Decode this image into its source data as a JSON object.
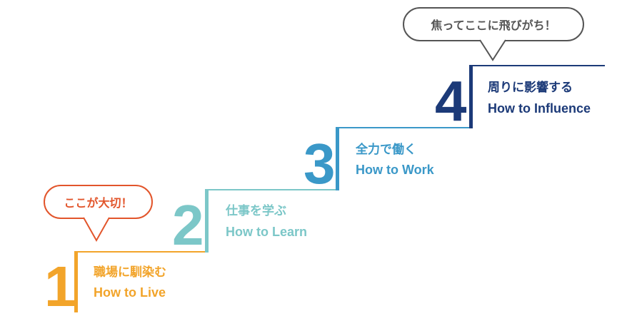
{
  "colors": {
    "step1": "#F2A42A",
    "step2": "#7CC7C8",
    "step3": "#3A98C8",
    "step4": "#1C3A78",
    "bubble_important": "#E2552B",
    "bubble_tempt": "#555555"
  },
  "steps": [
    {
      "number": "1",
      "title": "職場に馴染む",
      "subtitle": "How to Live"
    },
    {
      "number": "2",
      "title": "仕事を学ぶ",
      "subtitle": "How to Learn"
    },
    {
      "number": "3",
      "title": "全力で働く",
      "subtitle": "How to Work"
    },
    {
      "number": "4",
      "title": "周りに影響する",
      "subtitle": "How to Influence"
    }
  ],
  "bubbles": {
    "important": "ここが大切！",
    "tempt": "焦ってここに飛びがち！"
  }
}
